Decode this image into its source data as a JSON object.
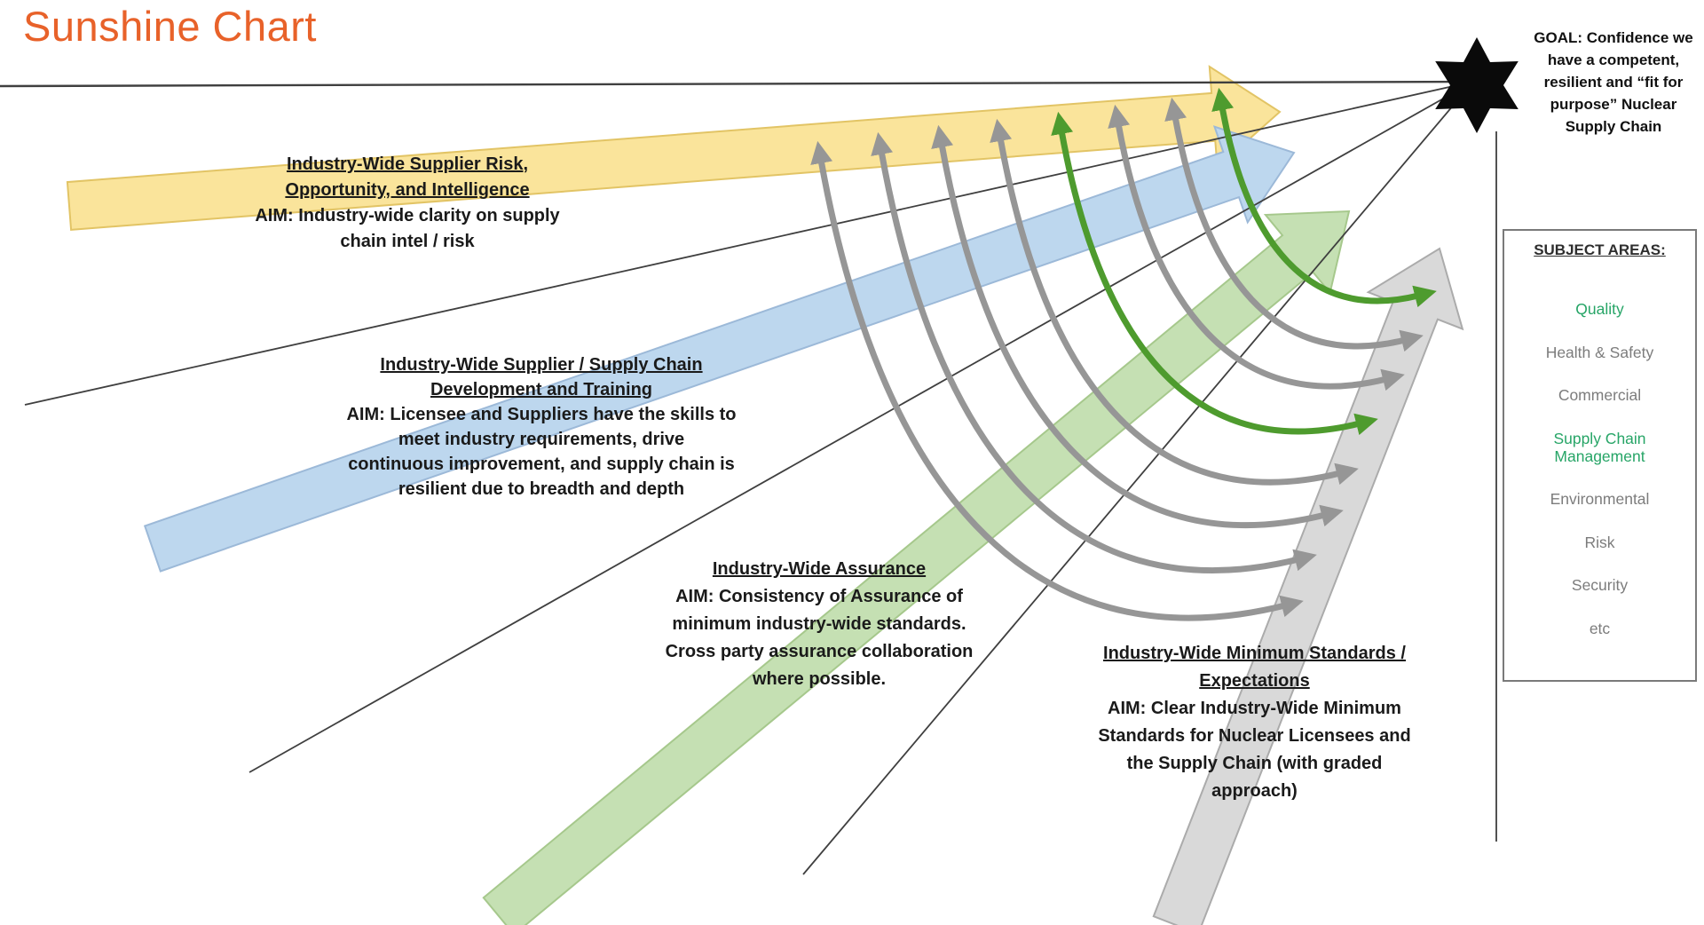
{
  "title": "Sunshine Chart",
  "goal": {
    "text": "GOAL: Confidence we have a competent, resilient and “fit for purpose” Nuclear Supply Chain"
  },
  "legend": {
    "title": "SUBJECT AREAS:",
    "items": [
      {
        "label": "Quality",
        "highlight": true
      },
      {
        "label": "Health & Safety",
        "highlight": false
      },
      {
        "label": "Commercial",
        "highlight": false
      },
      {
        "label": "Supply Chain Management",
        "highlight": true
      },
      {
        "label": "Environmental",
        "highlight": false
      },
      {
        "label": "Risk",
        "highlight": false
      },
      {
        "label": "Security",
        "highlight": false
      },
      {
        "label": "etc",
        "highlight": false
      }
    ]
  },
  "arrows": [
    {
      "id": "supplier-risk",
      "heading": [
        "Industry-Wide Supplier Risk,",
        "Opportunity, and Intelligence"
      ],
      "aim": [
        "AIM: Industry-wide clarity on supply",
        "chain intel / risk"
      ]
    },
    {
      "id": "development-training",
      "heading": [
        "Industry-Wide Supplier / Supply Chain",
        "Development and Training"
      ],
      "aim": [
        "AIM: Licensee and Suppliers have the skills to",
        "meet industry requirements, drive",
        "continuous improvement, and supply chain is",
        "resilient due to breadth and depth"
      ]
    },
    {
      "id": "assurance",
      "heading": [
        "Industry-Wide Assurance"
      ],
      "aim": [
        "AIM: Consistency of Assurance of",
        "minimum industry-wide standards.",
        "Cross party assurance collaboration",
        "where possible."
      ]
    },
    {
      "id": "minimum-standards",
      "heading": [
        "Industry-Wide Minimum Standards /",
        "Expectations"
      ],
      "aim": [
        "AIM: Clear Industry-Wide Minimum",
        "Standards for Nuclear Licensees and",
        "the Supply Chain (with graded",
        "approach)"
      ]
    }
  ],
  "colors": {
    "title": "#E8622A",
    "arrow_yellow_fill": "#FAE49B",
    "arrow_yellow_stroke": "#E2C465",
    "arrow_blue_fill": "#BDD7EE",
    "arrow_blue_stroke": "#9CB9D8",
    "arrow_green_fill": "#C5E0B3",
    "arrow_green_stroke": "#A6C88C",
    "arrow_gray_fill": "#D9D9D9",
    "arrow_gray_stroke": "#ABABAB",
    "arc_gray": "#969696",
    "arc_green": "#4E9B2E",
    "ray": "#3F3F3F",
    "star": "#0A0A0A",
    "legend_highlight": "#27A567",
    "legend_muted": "#7C7C7C"
  }
}
